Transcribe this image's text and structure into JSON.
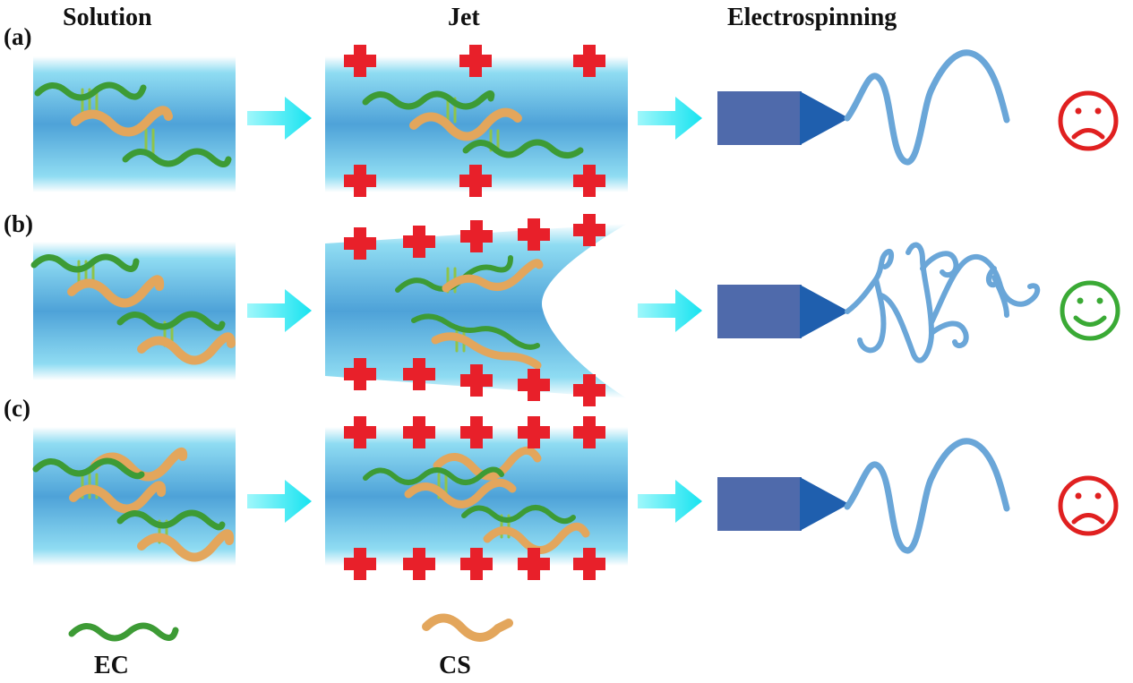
{
  "headers": {
    "solution": "Solution",
    "jet": "Jet",
    "electrospinning": "Electrospinning"
  },
  "rows": [
    {
      "label": "(a)",
      "outcome": "sad"
    },
    {
      "label": "(b)",
      "outcome": "happy"
    },
    {
      "label": "(c)",
      "outcome": "sad"
    }
  ],
  "legend": {
    "ec": "EC",
    "cs": "CS"
  },
  "colors": {
    "ec_chain": "#3d9b35",
    "cs_chain": "#e3a65c",
    "solution_blue": "#5aaedc",
    "charge_red": "#e8202a",
    "arrow_cyan": "#2fe6f2",
    "nozzle_body": "#4f6aab",
    "nozzle_tip": "#1f5fae",
    "fiber": "#6aa6d8",
    "sad_face": "#e02020",
    "happy_face": "#3aaa35"
  }
}
